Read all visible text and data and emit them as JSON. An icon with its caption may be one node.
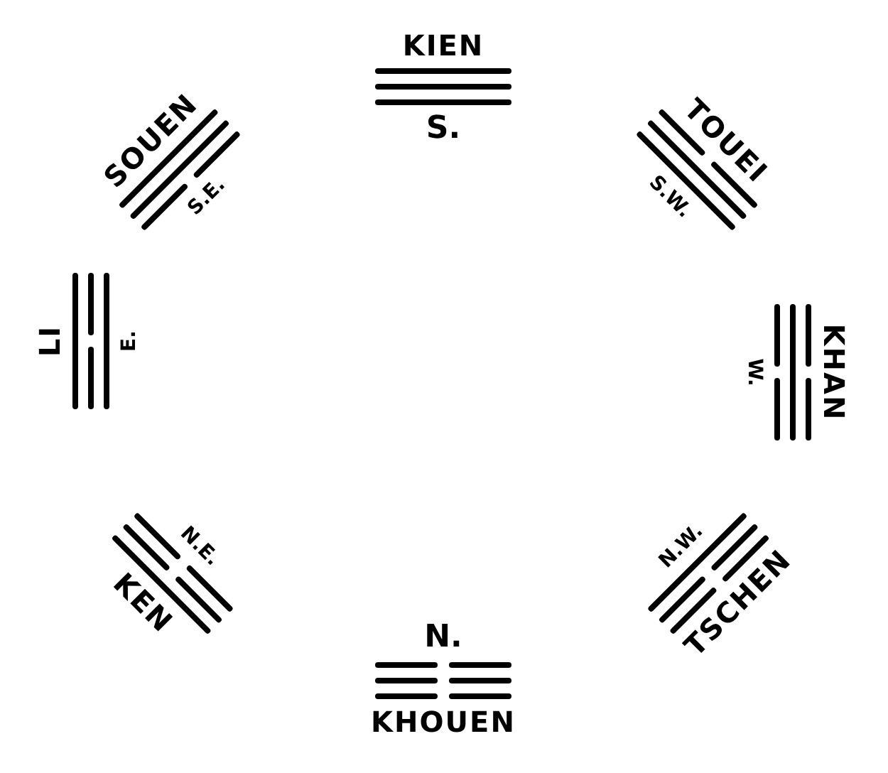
{
  "diagram": {
    "labels": [
      "KIEN",
      "S.",
      "SOUEN",
      "S.E.",
      "TOUEI",
      "S.W.",
      "LI",
      "E.",
      "W.",
      "KHAN",
      "KEN",
      "N.E.",
      "N.W.",
      "TSCHEN",
      "N.",
      "KHOUEN"
    ]
  }
}
